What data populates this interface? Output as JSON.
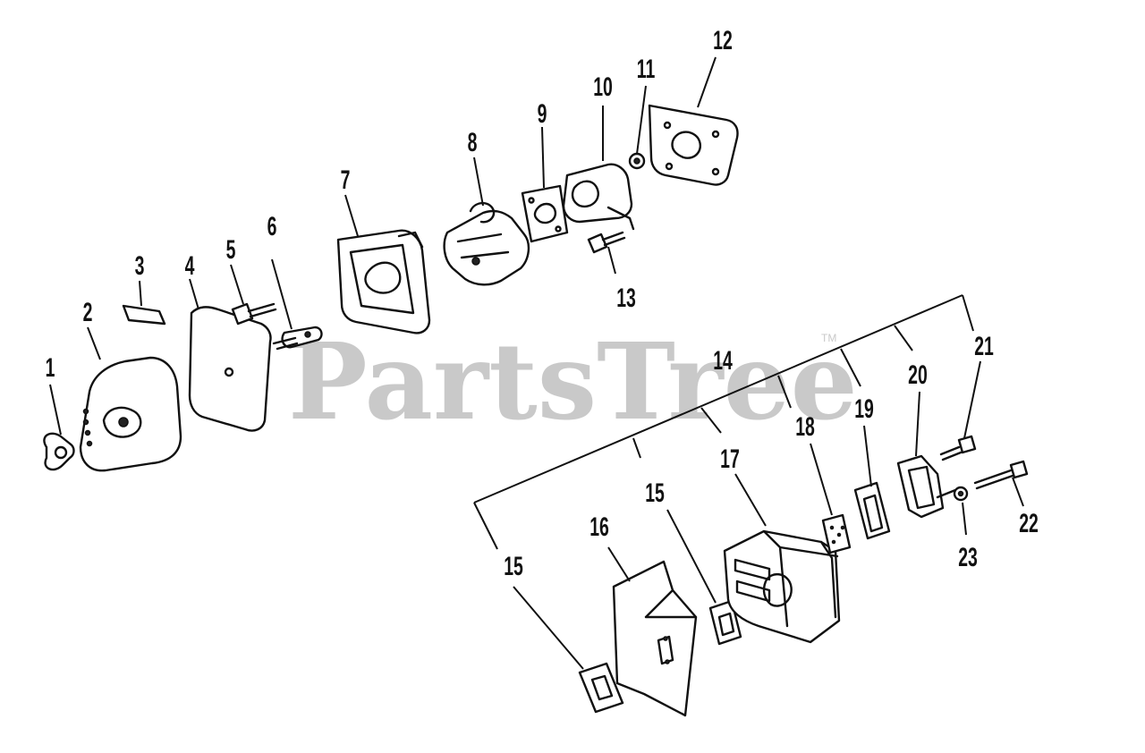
{
  "watermark": {
    "text": "PartsTree",
    "trademark": "TM"
  },
  "callouts": [
    "1",
    "2",
    "3",
    "4",
    "5",
    "6",
    "7",
    "8",
    "9",
    "10",
    "11",
    "12",
    "13",
    "14",
    "15",
    "15",
    "16",
    "17",
    "18",
    "19",
    "20",
    "21",
    "22",
    "23"
  ]
}
